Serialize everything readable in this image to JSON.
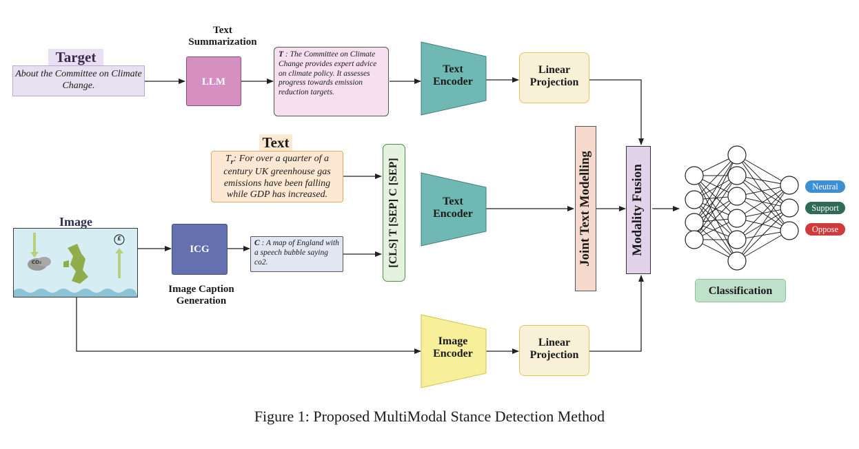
{
  "caption": "Figure 1: Proposed MultiModal Stance Detection Method",
  "target": {
    "heading": "Target",
    "text": "About the Committee on Climate Change."
  },
  "summarization": {
    "heading": "Text Summarization",
    "llm": "LLM",
    "summary_prefix": "T",
    "summary_text": " : The Committee on Climate Change provides expert advice on climate policy. It assesses progress towards emission reduction targets."
  },
  "text_input": {
    "heading": "Text",
    "prefix": "T",
    "prefix_sub": "r",
    "text": ": For over a quarter of a century UK greenhouse gas emissions have been falling while GDP has increased."
  },
  "image_input": {
    "heading": "Image",
    "co2_label": "CO₂",
    "pound_symbol": "£"
  },
  "icg": {
    "box": "ICG",
    "heading": "Image Caption Generation",
    "caption_prefix": "C",
    "caption_text": " : A map of England with a speech bubble saying co2."
  },
  "concat": "[CLS] T [SEP] C [SEP]",
  "text_encoder_top": "Text Encoder",
  "linear_projection_top": "Linear Projection",
  "text_encoder_mid": "Text Encoder",
  "joint_text_modelling": "Joint Text Modelling",
  "modality_fusion": "Modality Fusion",
  "image_encoder": "Image Encoder",
  "linear_projection_bottom": "Linear Projection",
  "classification": "Classification",
  "classes": [
    {
      "label": "Neutral",
      "color": "#3d8fd1"
    },
    {
      "label": "Support",
      "color": "#2f6b55"
    },
    {
      "label": "Oppose",
      "color": "#d03a3a"
    }
  ],
  "colors": {
    "target_box": "#e7e0f0",
    "llm_box": "#d58fc0",
    "summary_box": "#f6e0ef",
    "encoder": "#6fb8b3",
    "projection": "#f9f0d8",
    "text_box": "#fde9d3",
    "icg_box": "#6570b0",
    "caption_box": "#e2e6f3",
    "concat_box": "#e6f2e0",
    "joint_box": "#f4d9cc",
    "fusion_box": "#e3d3ea",
    "image_encoder": "#f7ef9a",
    "classification_box": "#bfe0c9",
    "image_bg": "#d6eef3"
  }
}
